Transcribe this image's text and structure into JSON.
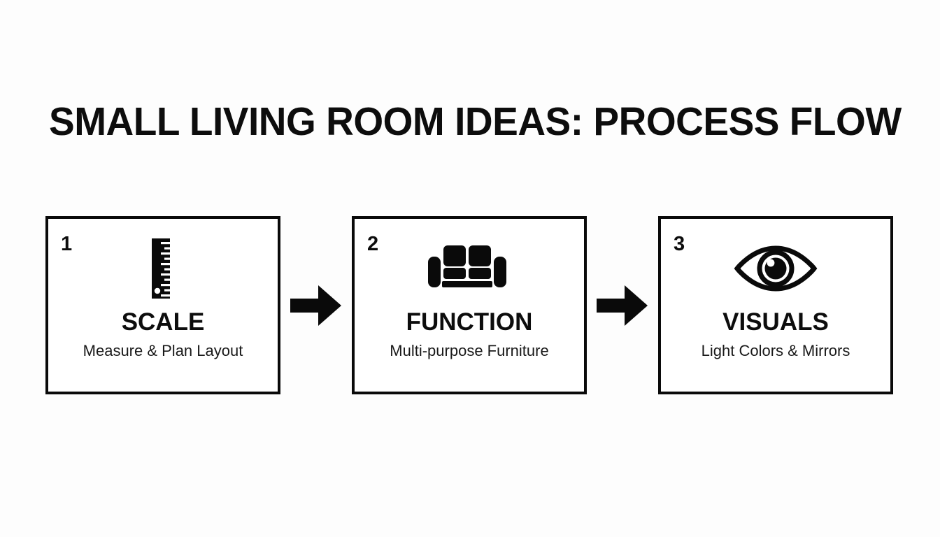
{
  "page": {
    "title": "SMALL LIVING ROOM IDEAS: PROCESS FLOW",
    "background_color": "#fdfdfd",
    "ink_color": "#0d0d0d"
  },
  "flow": {
    "arrow_1": "arrow-right-icon",
    "arrow_2": "arrow-right-icon",
    "steps": [
      {
        "number": "1",
        "icon": "ruler-icon",
        "title": "SCALE",
        "subtitle": "Measure & Plan Layout"
      },
      {
        "number": "2",
        "icon": "sofa-icon",
        "title": "FUNCTION",
        "subtitle": "Multi-purpose Furniture"
      },
      {
        "number": "3",
        "icon": "eye-icon",
        "title": "VISUALS",
        "subtitle": "Light Colors & Mirrors"
      }
    ]
  }
}
